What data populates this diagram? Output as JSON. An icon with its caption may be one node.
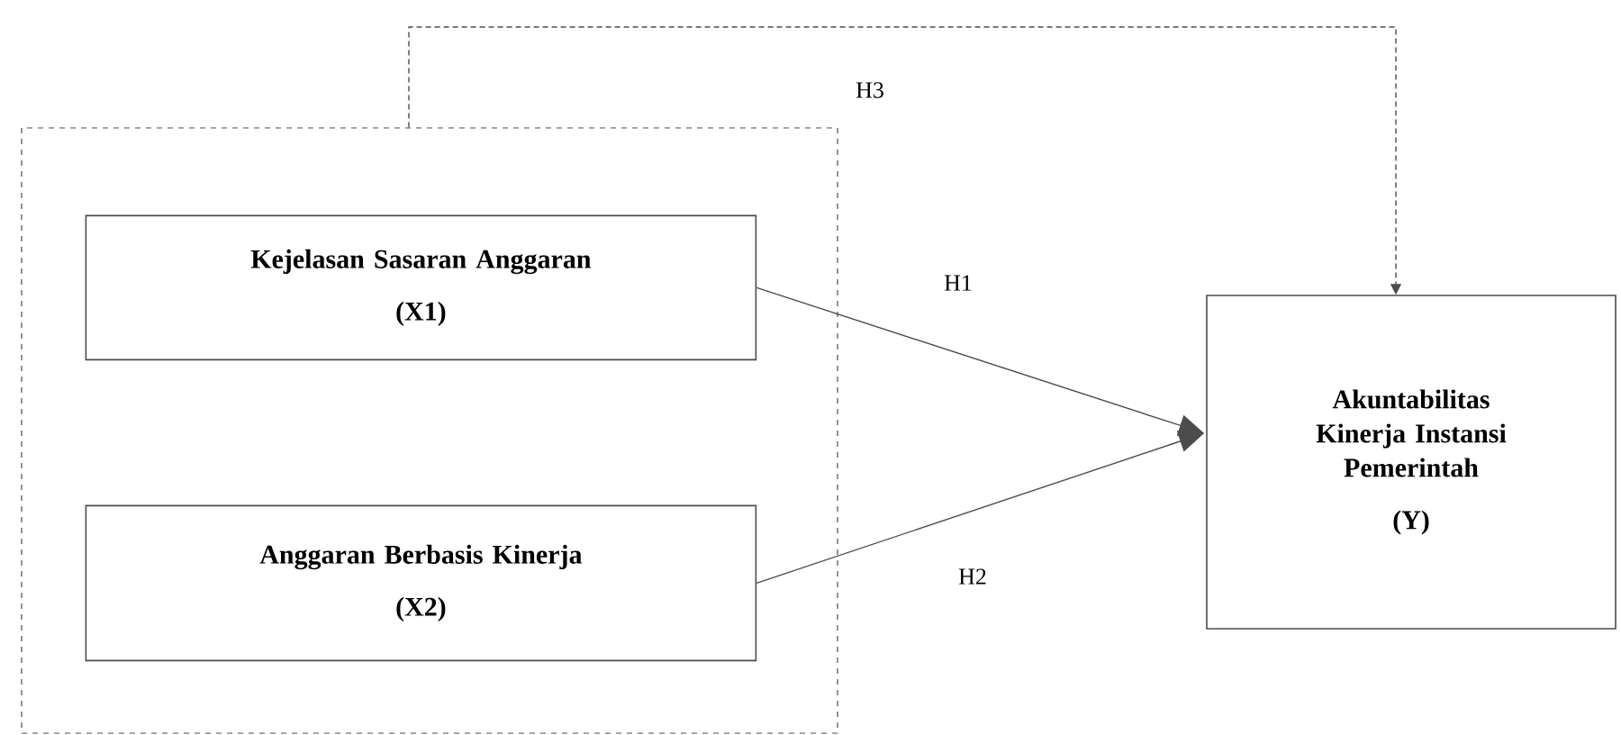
{
  "diagram": {
    "nodes": [
      {
        "text": [],
        "shape": "box"
      },
      {
        "text": [
          "Kejelasan Sasaran Anggaran",
          "(X1)"
        ],
        "in": 0
      },
      {
        "text": [
          "Anggaran Berbasis Kinerja",
          "(X2)"
        ],
        "in": 0
      },
      {
        "text": [
          "Akuntabilitas Kinerja Instansi Pemerintah",
          "(Y)"
        ]
      }
    ],
    "edges": [
      {
        "from": 1,
        "to": 3,
        "arrow": "to",
        "label": "H1"
      },
      {
        "from": 2,
        "to": 3,
        "arrow": "to",
        "label": "H2"
      },
      {
        "from": 0,
        "to": 3,
        "arrow": "to",
        "label": "H3",
        "style": "dashed"
      }
    ]
  }
}
